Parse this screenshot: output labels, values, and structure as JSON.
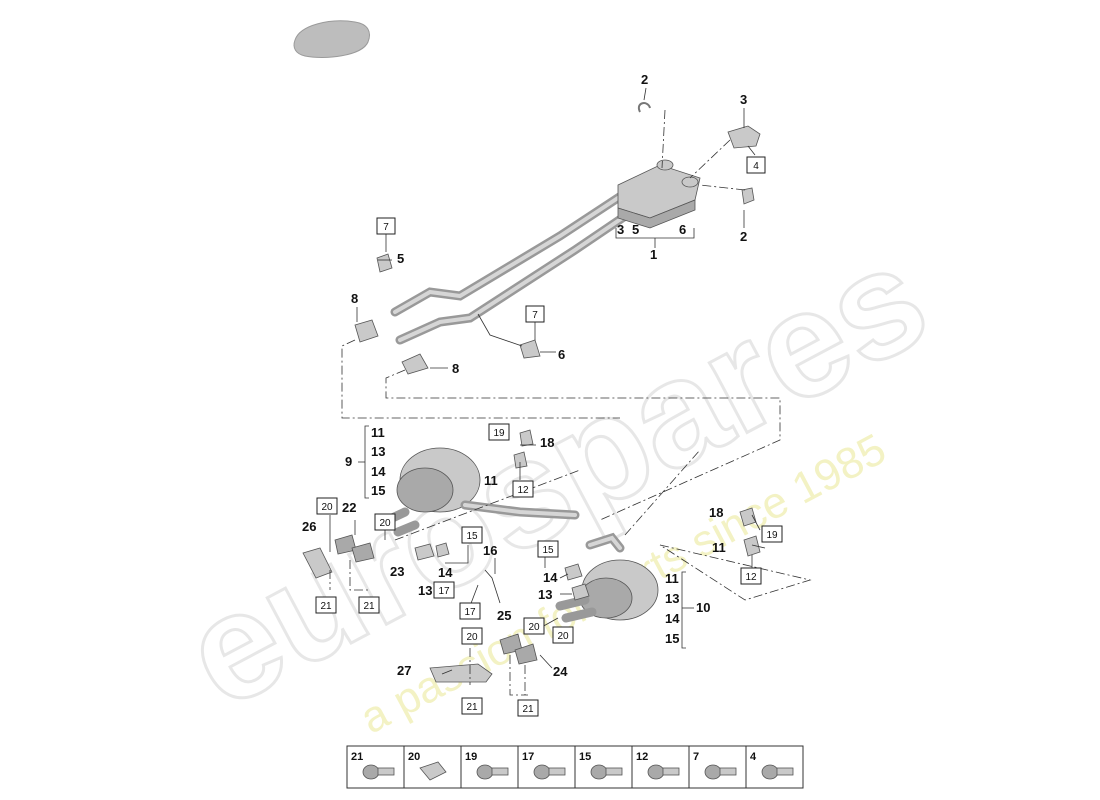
{
  "watermark": {
    "brand": "eurospares",
    "tagline": "a passion for parts since 1985"
  },
  "callouts": {
    "c1": "1",
    "c2a": "2",
    "c2b": "2",
    "c3a": "3",
    "c3b": "3",
    "c5a": "5",
    "c5b": "5",
    "c6a": "6",
    "c6b": "6",
    "c8a": "8",
    "c8b": "8",
    "c9": "9",
    "c10": "10",
    "c11a": "11",
    "c11b": "11",
    "c11c": "11",
    "c11d": "11",
    "c13a": "13",
    "c13b": "13",
    "c13c": "13",
    "c13d": "13",
    "c14a": "14",
    "c14b": "14",
    "c14c": "14",
    "c14d": "14",
    "c15a": "15",
    "c15b": "15",
    "c16": "16",
    "c18a": "18",
    "c18b": "18",
    "c22": "22",
    "c23": "23",
    "c24": "24",
    "c25": "25",
    "c26": "26",
    "c27": "27"
  },
  "boxed": {
    "b4": "4",
    "b7a": "7",
    "b7b": "7",
    "b12a": "12",
    "b12b": "12",
    "b15a": "15",
    "b15b": "15",
    "b17a": "17",
    "b17b": "17",
    "b19a": "19",
    "b19b": "19",
    "b20a": "20",
    "b20b": "20",
    "b20c": "20",
    "b20d": "20",
    "b20e": "20",
    "b21a": "21",
    "b21b": "21",
    "b21c": "21",
    "b21d": "21"
  },
  "fastener_tray": [
    "21",
    "20",
    "19",
    "17",
    "15",
    "12",
    "7",
    "4"
  ]
}
